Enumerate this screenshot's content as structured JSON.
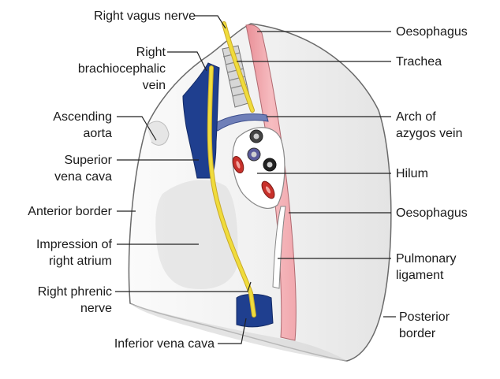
{
  "labels": {
    "right_vagus_nerve": "Right vagus nerve",
    "right_brachiocephalic_vein": "Right\nbrachiocephalic\nvein",
    "ascending_aorta": "Ascending\naorta",
    "superior_vena_cava": "Superior\nvena cava",
    "anterior_border": "Anterior border",
    "impression_right_atrium": "Impression of\nright atrium",
    "right_phrenic_nerve": "Right phrenic\nnerve",
    "inferior_vena_cava": "Inferior vena cava",
    "oesophagus_top": "Oesophagus",
    "trachea": "Trachea",
    "arch_azygos_vein": "Arch of\nazygos vein",
    "hilum": "Hilum",
    "oesophagus_mid": "Oesophagus",
    "pulmonary_ligament": "Pulmonary\nligament",
    "posterior_border": "Posterior\nborder"
  },
  "colors": {
    "lung_fill": "#f2f2f2",
    "outline": "#555555",
    "vein_blue": "#1f3f8f",
    "nerve_yellow": "#f0dc3c",
    "oesophagus_pink": "#f2a9ae",
    "artery_red": "#c8312b",
    "leader_line": "#222222"
  }
}
